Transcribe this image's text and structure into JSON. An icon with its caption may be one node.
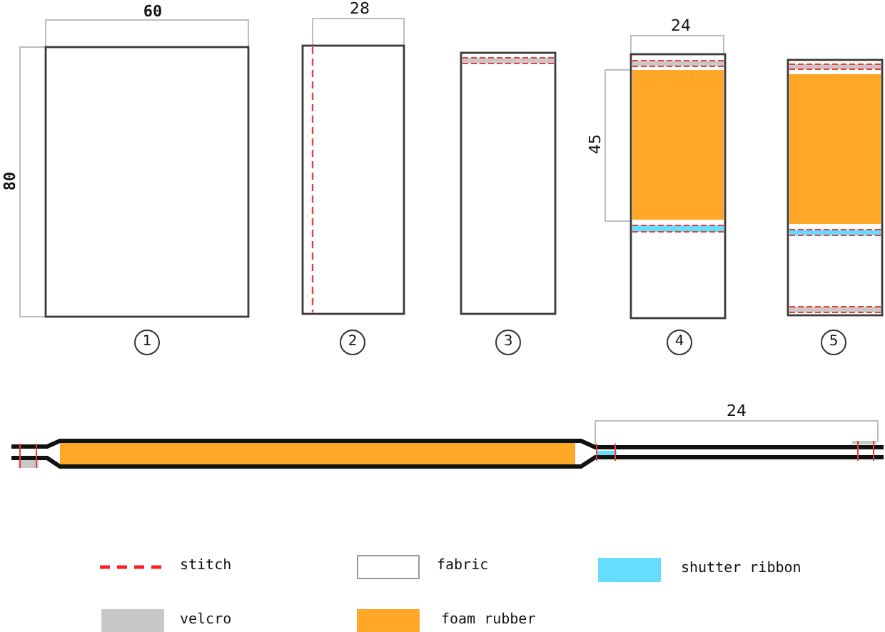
{
  "diagram": {
    "labels": [
      "60",
      "80",
      "28",
      "24",
      "45",
      "1",
      "2",
      "3",
      "4",
      "5",
      "24"
    ],
    "legend": [
      {
        "text": "stitch"
      },
      {
        "text": "fabric"
      },
      {
        "text": "shutter ribbon",
        "color": "#66ddff"
      },
      {
        "text": "velcro",
        "color": "#c8c8c8"
      },
      {
        "text": "foam rubber",
        "color": "#ffa726"
      }
    ]
  }
}
